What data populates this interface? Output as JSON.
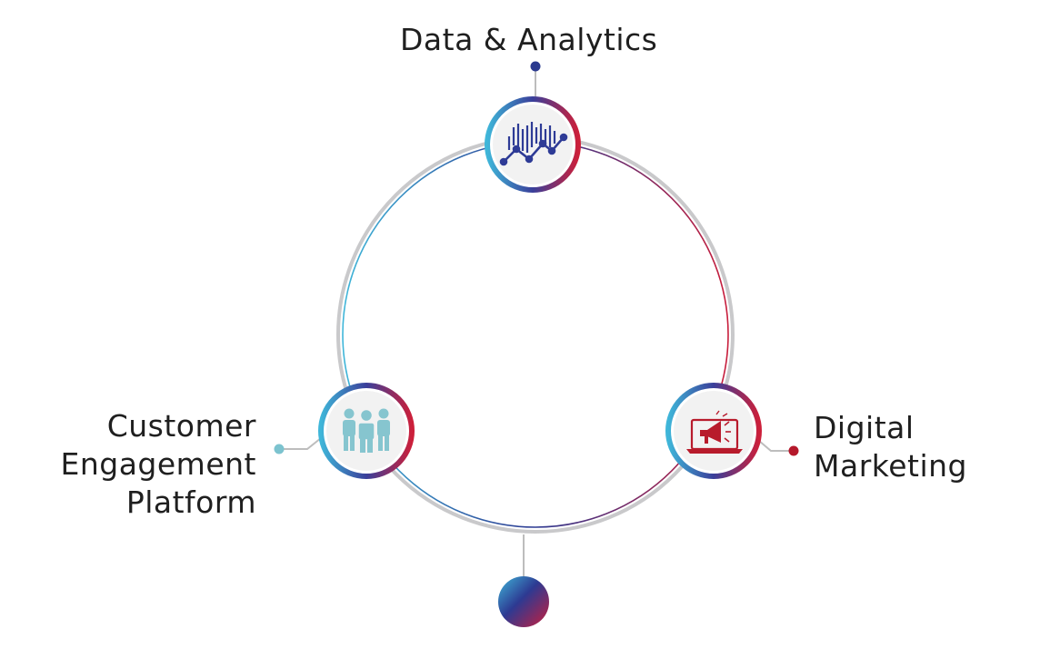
{
  "diagram": {
    "nodes": [
      {
        "id": "top",
        "label_lines": [
          "Data & Analytics"
        ],
        "icon": "analytics-chart-icon",
        "dot_color": "#2b3a8f"
      },
      {
        "id": "left",
        "label_lines": [
          "Customer",
          "Engagement",
          "Platform"
        ],
        "icon": "people-group-icon",
        "dot_color": "#7cc3cf"
      },
      {
        "id": "right",
        "label_lines": [
          "Digital",
          "Marketing"
        ],
        "icon": "megaphone-laptop-icon",
        "dot_color": "#b5182b"
      }
    ],
    "colors": {
      "ring_grey": "#c9c9cb",
      "cyan": "#3fb6d9",
      "blue": "#2d3a92",
      "red": "#c81e3c",
      "node_fill": "#f2f2f2",
      "icon_blue": "#2e3b96",
      "icon_teal": "#86c5cf",
      "icon_red": "#b81b2c"
    }
  }
}
